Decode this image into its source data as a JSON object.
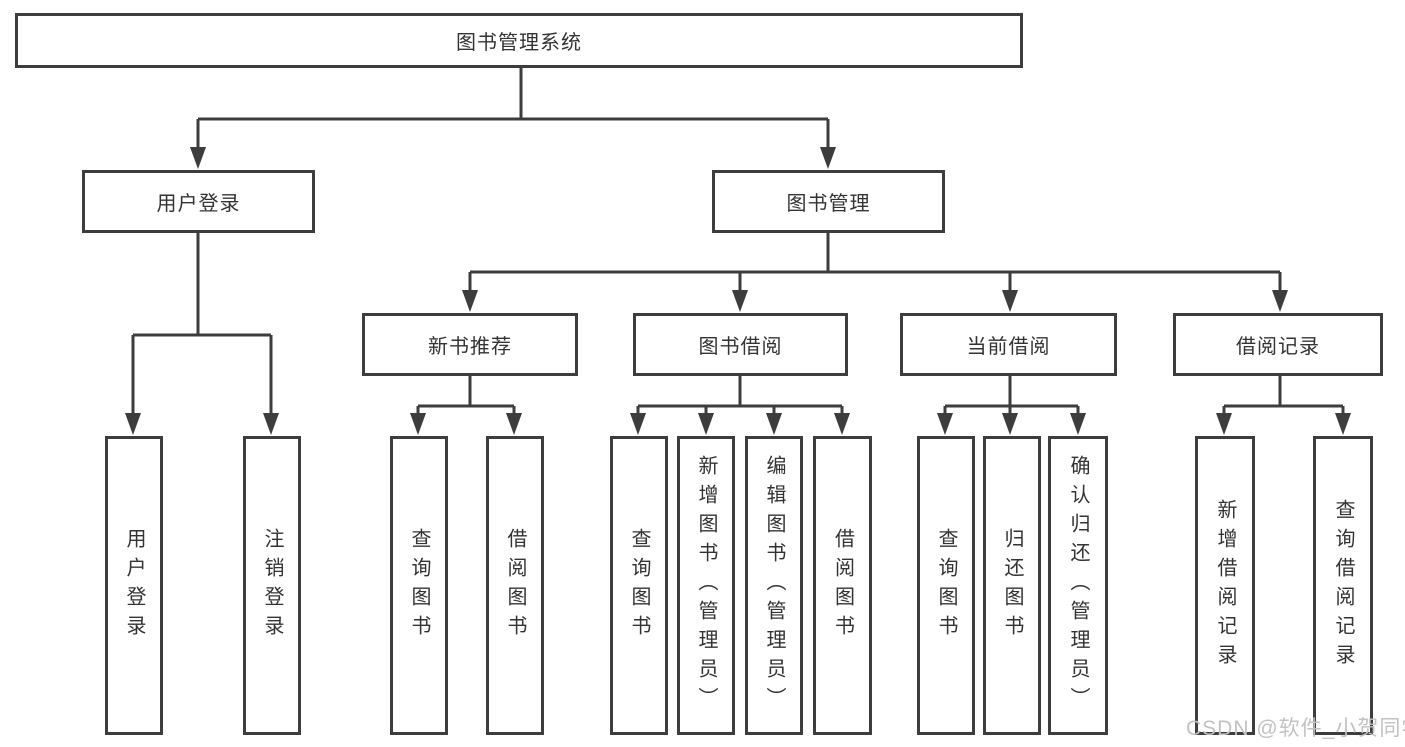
{
  "diagram": {
    "title": "图书管理系统",
    "tree": {
      "label": "图书管理系统",
      "children": [
        {
          "label": "用户登录",
          "children": [
            {
              "label": "用户登录"
            },
            {
              "label": "注销登录"
            }
          ]
        },
        {
          "label": "图书管理",
          "children": [
            {
              "label": "新书推荐",
              "children": [
                {
                  "label": "查询图书"
                },
                {
                  "label": "借阅图书"
                }
              ]
            },
            {
              "label": "图书借阅",
              "children": [
                {
                  "label": "查询图书"
                },
                {
                  "label": "新增图书（管理员）"
                },
                {
                  "label": "编辑图书（管理员）"
                },
                {
                  "label": "借阅图书"
                }
              ]
            },
            {
              "label": "当前借阅",
              "children": [
                {
                  "label": "查询图书"
                },
                {
                  "label": "归还图书"
                },
                {
                  "label": "确认归还（管理员）"
                }
              ]
            },
            {
              "label": "借阅记录",
              "children": [
                {
                  "label": "新增借阅记录"
                },
                {
                  "label": "查询借阅记录"
                }
              ]
            }
          ]
        }
      ]
    }
  },
  "watermark": {
    "text": "CSDN @软件_小贺同学"
  },
  "colors": {
    "line": "#3d3d3d",
    "text": "#333333",
    "watermark": "#c2c2c2",
    "background": "#ffffff"
  }
}
